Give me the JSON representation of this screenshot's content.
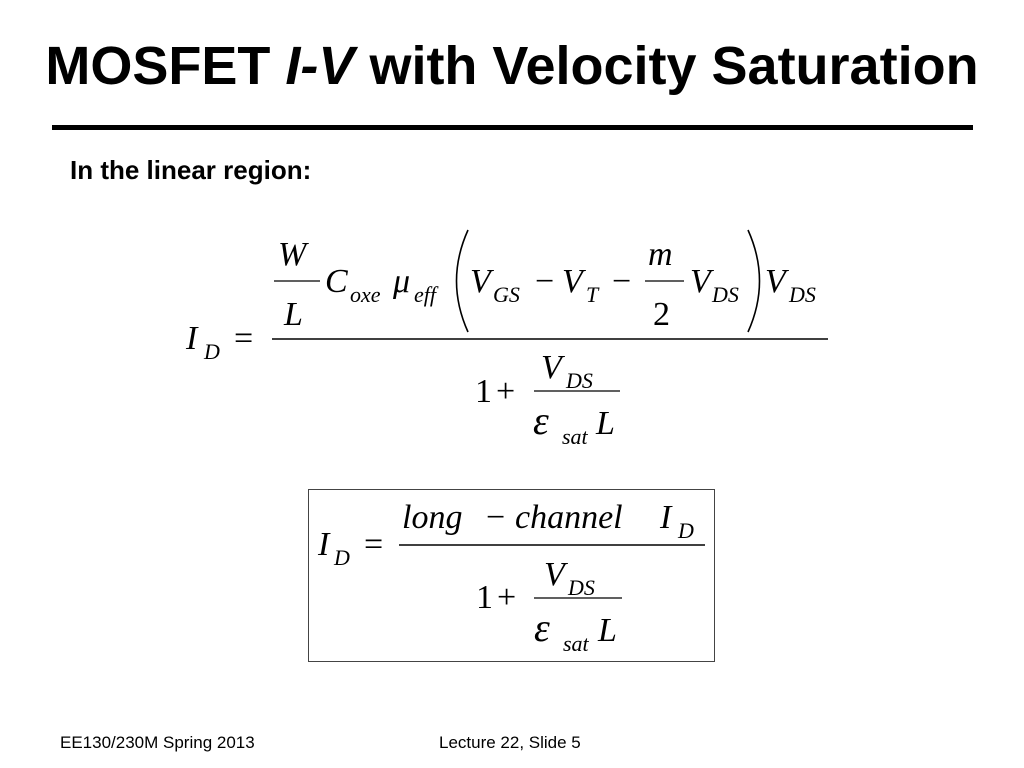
{
  "slide": {
    "title_main": "MOSFET ",
    "title_italic": "I-V",
    "title_rest": " with Velocity Saturation",
    "subheading": "In the linear region:"
  },
  "equation1": {
    "lhs": "I",
    "lhs_sub": "D",
    "equals": "=",
    "W": "W",
    "L": "L",
    "C": "C",
    "C_sub": "oxe",
    "mu": "μ",
    "mu_sub": "eff",
    "V": "V",
    "GS": "GS",
    "minus": "−",
    "T": "T",
    "m": "m",
    "two": "2",
    "DS": "DS",
    "one": "1",
    "plus": "+",
    "epsilon": "ε",
    "sat": "sat"
  },
  "equation2": {
    "lhs": "I",
    "lhs_sub": "D",
    "equals": "=",
    "numerator_a": "long",
    "minus": "−",
    "numerator_b": "channel",
    "numerator_I": "I",
    "numerator_sub": "D",
    "one": "1",
    "plus": "+",
    "V": "V",
    "DS": "DS",
    "epsilon": "ε",
    "sat": "sat",
    "L": "L"
  },
  "footer": {
    "course": "EE130/230M Spring 2013",
    "lecture": "Lecture 22, Slide 5"
  }
}
